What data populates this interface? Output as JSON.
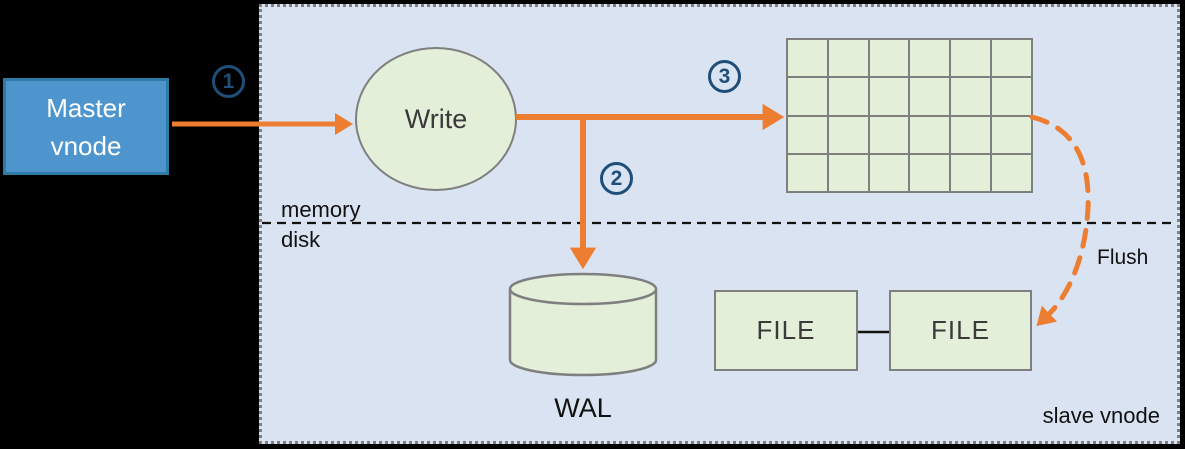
{
  "diagram": {
    "master_vnode": {
      "line1": "Master",
      "line2": "vnode"
    },
    "steps": {
      "one": "1",
      "two": "2",
      "three": "3"
    },
    "write_label": "Write",
    "memory_label": "memory",
    "disk_label": "disk",
    "wal_label": "WAL",
    "file1_label": "FILE",
    "file2_label": "FILE",
    "flush_label": "Flush",
    "slave_vnode_label": "slave vnode",
    "memtable_grid": {
      "rows": 4,
      "cols": 6
    }
  },
  "colors": {
    "background_black": "#000000",
    "panel_fill": "#D9E3F1",
    "panel_border_gray": "#7F7F7F",
    "shape_green_fill": "#E3EFD9",
    "shape_border_gray": "#7F7F7F",
    "arrow_orange": "#ED7D31",
    "step_badge_navy": "#1F4E79",
    "master_box_fill": "#4E95CD",
    "master_box_border": "#2E7CA6"
  }
}
